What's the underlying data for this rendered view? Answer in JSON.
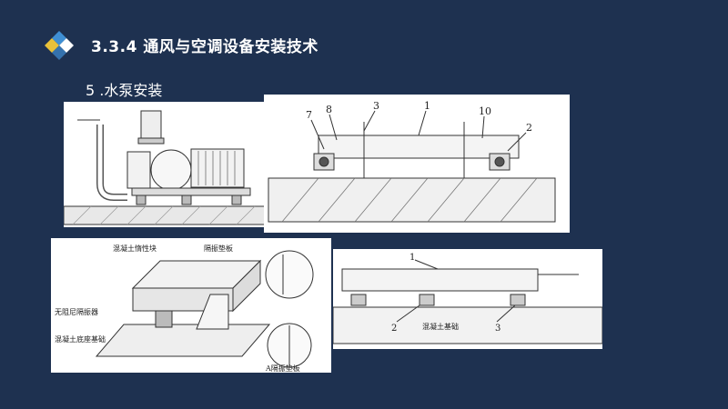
{
  "header": {
    "title": "3.3.4  通风与空调设备安装技术",
    "subtitle": "5 .水泵安装",
    "logo_icon": "diamond-logo-icon"
  },
  "drawing_top_right": {
    "callouts": [
      "7",
      "8",
      "3",
      "1",
      "10",
      "2"
    ]
  },
  "drawing_bottom_left": {
    "labels": {
      "concrete_block": "混凝土惰性块",
      "damping_pad": "隔振垫板",
      "spring_isolator": "无阻尼隔振器",
      "base": "混凝土底座基础",
      "pad_a": "A隔振垫板"
    }
  },
  "drawing_bottom_right": {
    "callouts": [
      "1",
      "2",
      "3"
    ],
    "label_base": "混凝土基础"
  },
  "colors": {
    "background": "#1e3150",
    "text": "#ffffff",
    "logo_yellow": "#e8c13a",
    "logo_blue": "#3f8fd4",
    "logo_white": "#ffffff"
  }
}
